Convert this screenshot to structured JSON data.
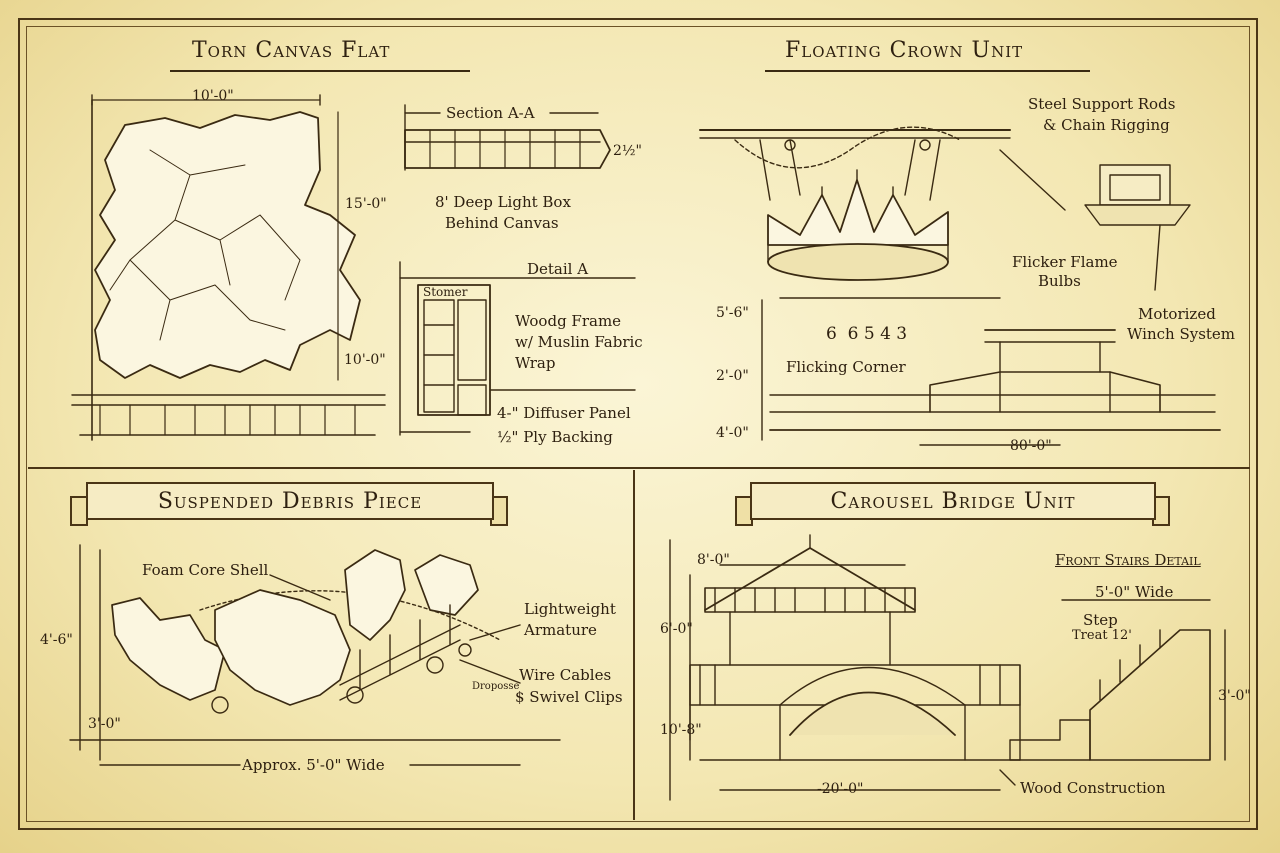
{
  "colors": {
    "paper": "#f3e9b8",
    "ink": "#3a2a12",
    "wash": "#e9dca2"
  },
  "torn_canvas": {
    "title": "Torn Canvas Flat",
    "dim_width": "10'-0\"",
    "dim_height": "15'-0\"",
    "dim_lower": "10'-0\"",
    "section_label": "Section A-A",
    "section_dim": "2½\"",
    "lightbox_line1": "8' Deep Light Box",
    "lightbox_line2": "Behind Canvas",
    "detail_label": "Detail A",
    "stamp": "Stomer",
    "frame_line1": "Woodg Frame",
    "frame_line2": "w/ Muslin Fabric",
    "frame_line3": "Wrap",
    "diffuser": "4-\" Diffuser Panel",
    "backing": "½\" Ply Backing"
  },
  "crown": {
    "title": "Floating Crown Unit",
    "rods_line1": "Steel Support Rods",
    "rods_line2": "& Chain Rigging",
    "flicker_line1": "Flicker Flame",
    "flicker_line2": "Bulbs",
    "winch_line1": "Motorized",
    "winch_line2": "Winch System",
    "numbers": "6  6 5 4 3",
    "corner": "Flicking Corner",
    "dim_a": "5'-6\"",
    "dim_b": "2'-0\"",
    "dim_c": "4'-0\"",
    "dim_width": "80'-0\""
  },
  "debris": {
    "title": "Suspended Debris Piece",
    "foam": "Foam Core Shell",
    "arm_line1": "Lightweight",
    "arm_line2": "Armature",
    "wire_line1": "Wire Cables",
    "wire_line2": "$ Swivel Clips",
    "small_tag": "Droposse",
    "dim_height": "4'-6\"",
    "dim_low": "3'-0\"",
    "width": "Approx. 5'-0\" Wide"
  },
  "carousel": {
    "title": "Carousel Bridge Unit",
    "dim_top": "8'-0\"",
    "dim_side": "6'-0\"",
    "dim_low": "10'-8\"",
    "dim_width": "-20'-0\"",
    "front_stairs": "Front Stairs Detail",
    "stairs_width": "5'-0\" Wide",
    "step": "Step",
    "treat": "Treat 12'",
    "stairs_height": "3'-0\"",
    "wood": "Wood Construction"
  }
}
